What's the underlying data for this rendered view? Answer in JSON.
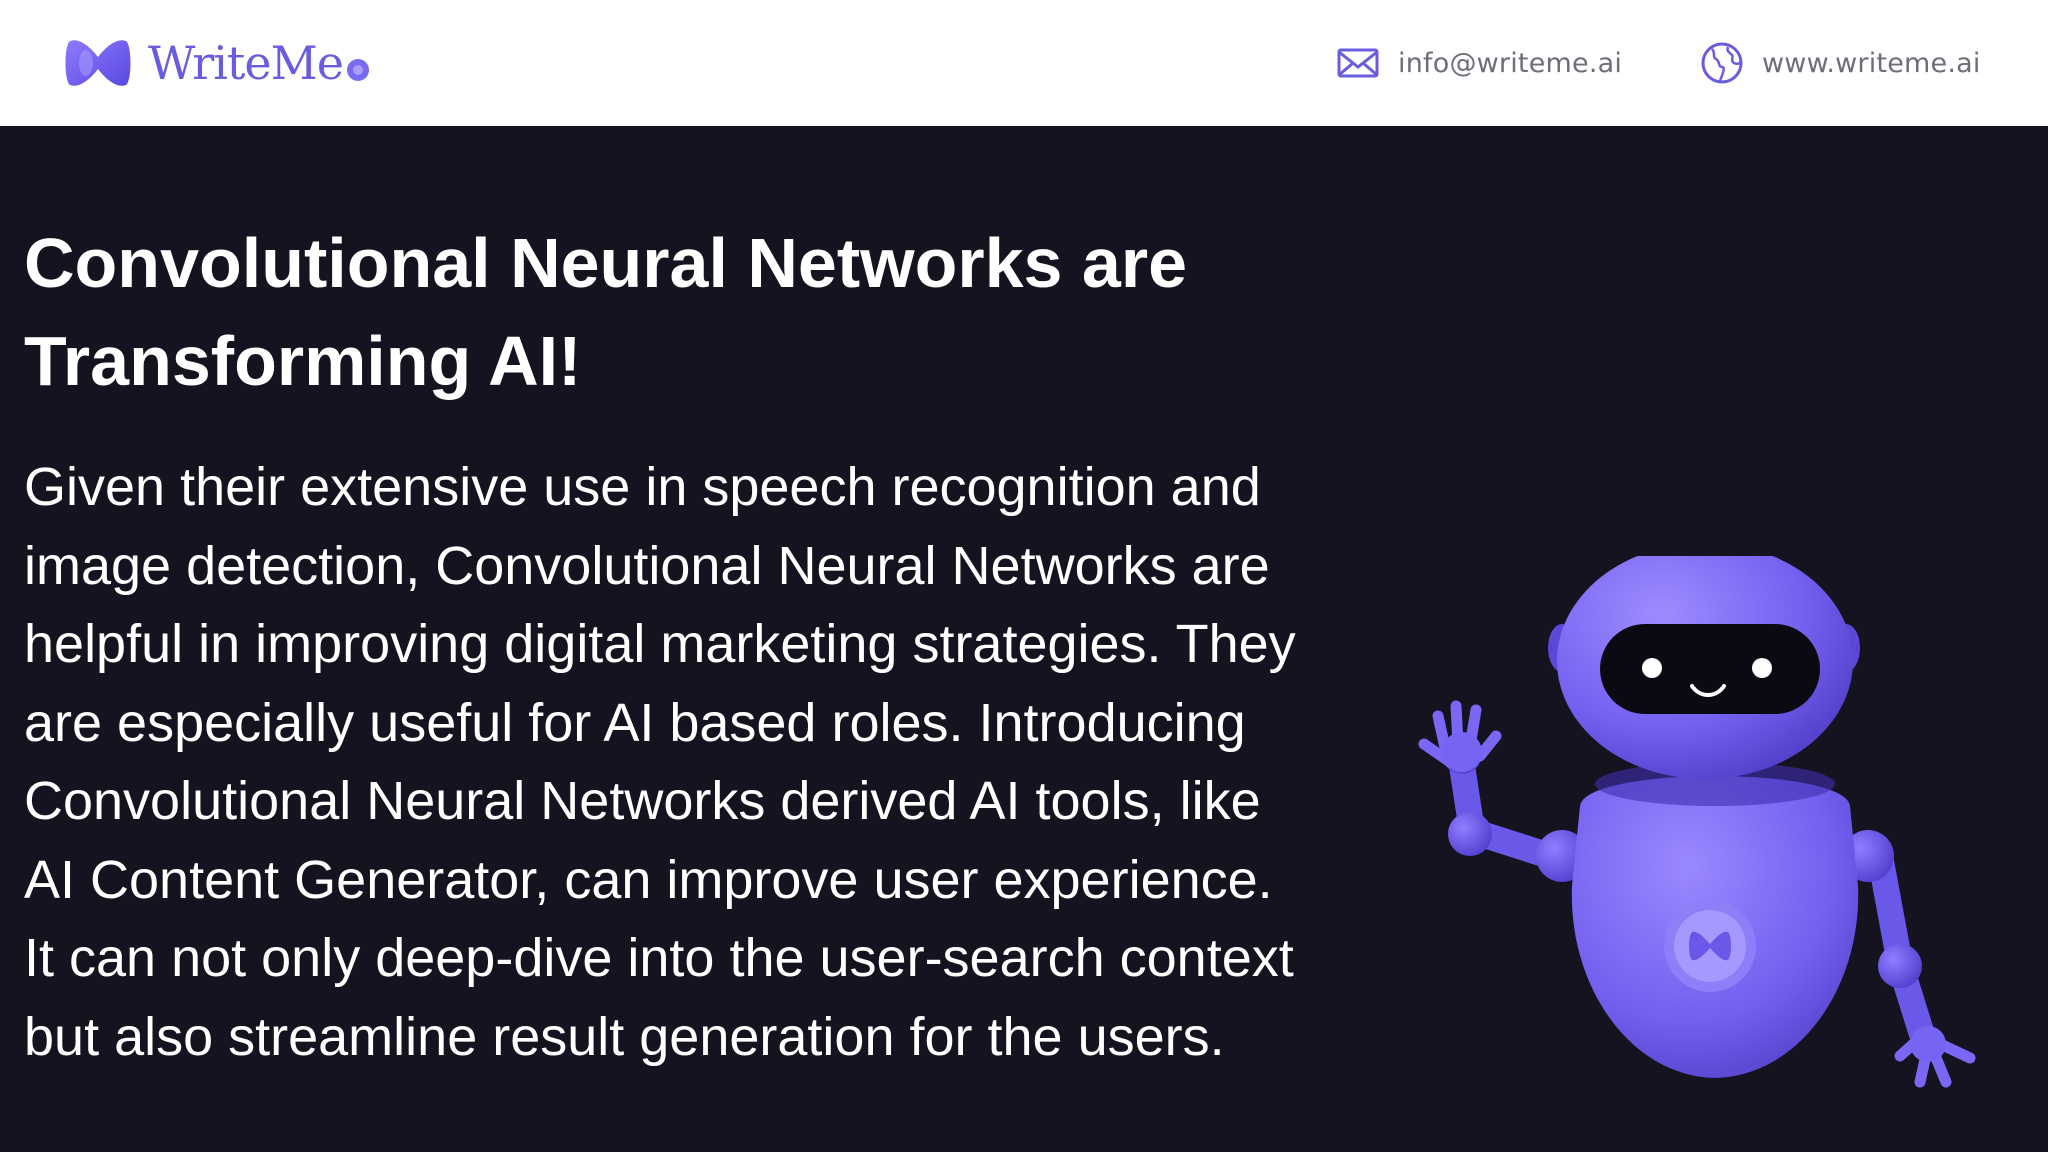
{
  "header": {
    "brand": {
      "name": "WriteMe",
      "logo_icon": "writeme-logo-icon"
    },
    "contacts": [
      {
        "icon": "mail-icon",
        "text": "info@writeme.ai"
      },
      {
        "icon": "globe-icon",
        "text": "www.writeme.ai"
      }
    ]
  },
  "main": {
    "title_lines": [
      "Convolutional Neural Networks are",
      "Transforming AI!"
    ],
    "paragraph_lines": [
      "Given their extensive use in speech recognition and",
      "image detection, Convolutional Neural Networks are",
      "helpful in improving digital marketing strategies. They",
      "are especially useful for AI based roles. Introducing",
      "Convolutional Neural Networks derived AI tools, like",
      "AI Content Generator, can improve user experience.",
      "It can not only deep-dive into the user-search context",
      "but also streamline result generation for the users."
    ],
    "illustration": "waving-robot-illustration"
  },
  "colors": {
    "background": "#15131f",
    "header_bg": "#ffffff",
    "accent": "#6a5ce0",
    "text": "#ffffff",
    "header_text": "#6e6e78"
  }
}
